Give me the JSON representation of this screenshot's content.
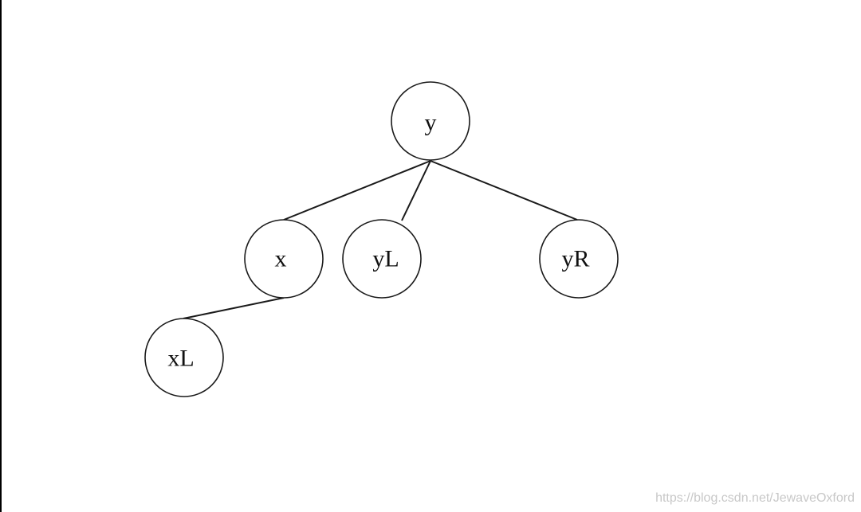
{
  "tree": {
    "nodes": [
      {
        "id": "y",
        "label": "y"
      },
      {
        "id": "x",
        "label": "x"
      },
      {
        "id": "yL",
        "label": "yL"
      },
      {
        "id": "yR",
        "label": "yR"
      },
      {
        "id": "xL",
        "label": "xL"
      }
    ],
    "edges": [
      {
        "from": "y",
        "to": "x"
      },
      {
        "from": "y",
        "to": "yL"
      },
      {
        "from": "y",
        "to": "yR"
      },
      {
        "from": "x",
        "to": "xL"
      }
    ]
  },
  "watermark": {
    "text": "https://blog.csdn.net/JewaveOxford"
  }
}
